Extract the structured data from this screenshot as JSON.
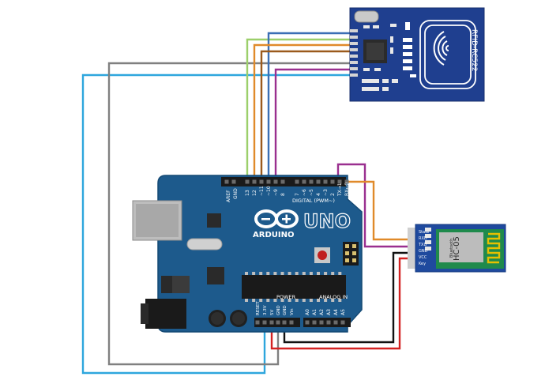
{
  "arduino": {
    "brand": "ARDUINO",
    "model": "UNO",
    "digital_label": "DIGITAL (PWM~)",
    "aref_label": "AREF",
    "gnd_label": "GND",
    "top_pins": [
      "13",
      "12",
      "~11",
      "~10",
      "~9",
      "8",
      "7",
      "~6",
      "~5",
      "4",
      "~3",
      "2",
      "TX→1",
      "RX←0"
    ],
    "power_label": "POWER",
    "analog_label": "ANALOG IN",
    "power_pins": [
      "RESET",
      "3.3V",
      "5V",
      "GND",
      "GND",
      "Vin"
    ],
    "analog_pins": [
      "A0",
      "A1",
      "A2",
      "A3",
      "A4",
      "A5"
    ],
    "colors": {
      "board": "#1d5a8c",
      "board_dark": "#154a75",
      "silk": "#ffffff"
    }
  },
  "rfid": {
    "label": "RFID-RC522",
    "colors": {
      "board": "#1f3f8f"
    }
  },
  "bluetooth": {
    "model": "HC-05",
    "sublabel": "Bluetooth",
    "pins": [
      "State",
      "RXD",
      "TXD",
      "GND",
      "VCC",
      "Key"
    ],
    "colors": {
      "board": "#1f4a9e",
      "module": "#1f8a4c"
    }
  },
  "wires": {
    "colors": {
      "light_green": "#9ccf6b",
      "blue": "#3b6fb5",
      "orange": "#e08a2a",
      "brown": "#9b5a1d",
      "purple": "#9a2f8f",
      "light_blue": "#2ea6dd",
      "gray": "#808080",
      "black": "#111111",
      "red": "#d42222"
    }
  }
}
